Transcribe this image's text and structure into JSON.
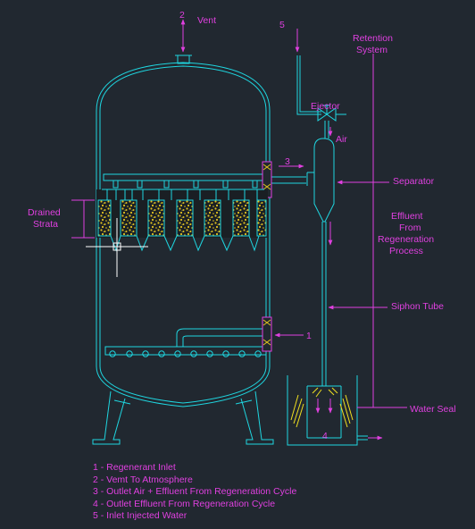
{
  "colors": {
    "background": "#212830",
    "vessel": "#1fd6e0",
    "annotation": "#e040e0",
    "strata": "#e0c020",
    "water_seal_marks": "#f0e020",
    "cursor": "#ffffff"
  },
  "labels": {
    "vent": "Vent",
    "vent_num": "2",
    "inlet_num": "5",
    "retention_line1": "Retention",
    "retention_line2": "System",
    "ejector": "Ejector",
    "air": "Air",
    "outlet3_num": "3",
    "separator": "Separator",
    "drained_line1": "Drained",
    "drained_line2": "Strata",
    "effluent_line1": "Effluent",
    "effluent_line2": "From",
    "effluent_line3": "Regeneration",
    "effluent_line4": "Process",
    "siphon_tube": "Siphon Tube",
    "inlet1_num": "1",
    "water_seal": "Water Seal",
    "outlet4_num": "4"
  },
  "legend": [
    "1 - Regenerant Inlet",
    "2 - Vemt To Atmosphere",
    "3 - Outlet Air + Effluent From Regeneration Cycle",
    "4 - Outlet Effluent From Regeneration Cycle",
    "5 - Inlet Injected Water"
  ]
}
